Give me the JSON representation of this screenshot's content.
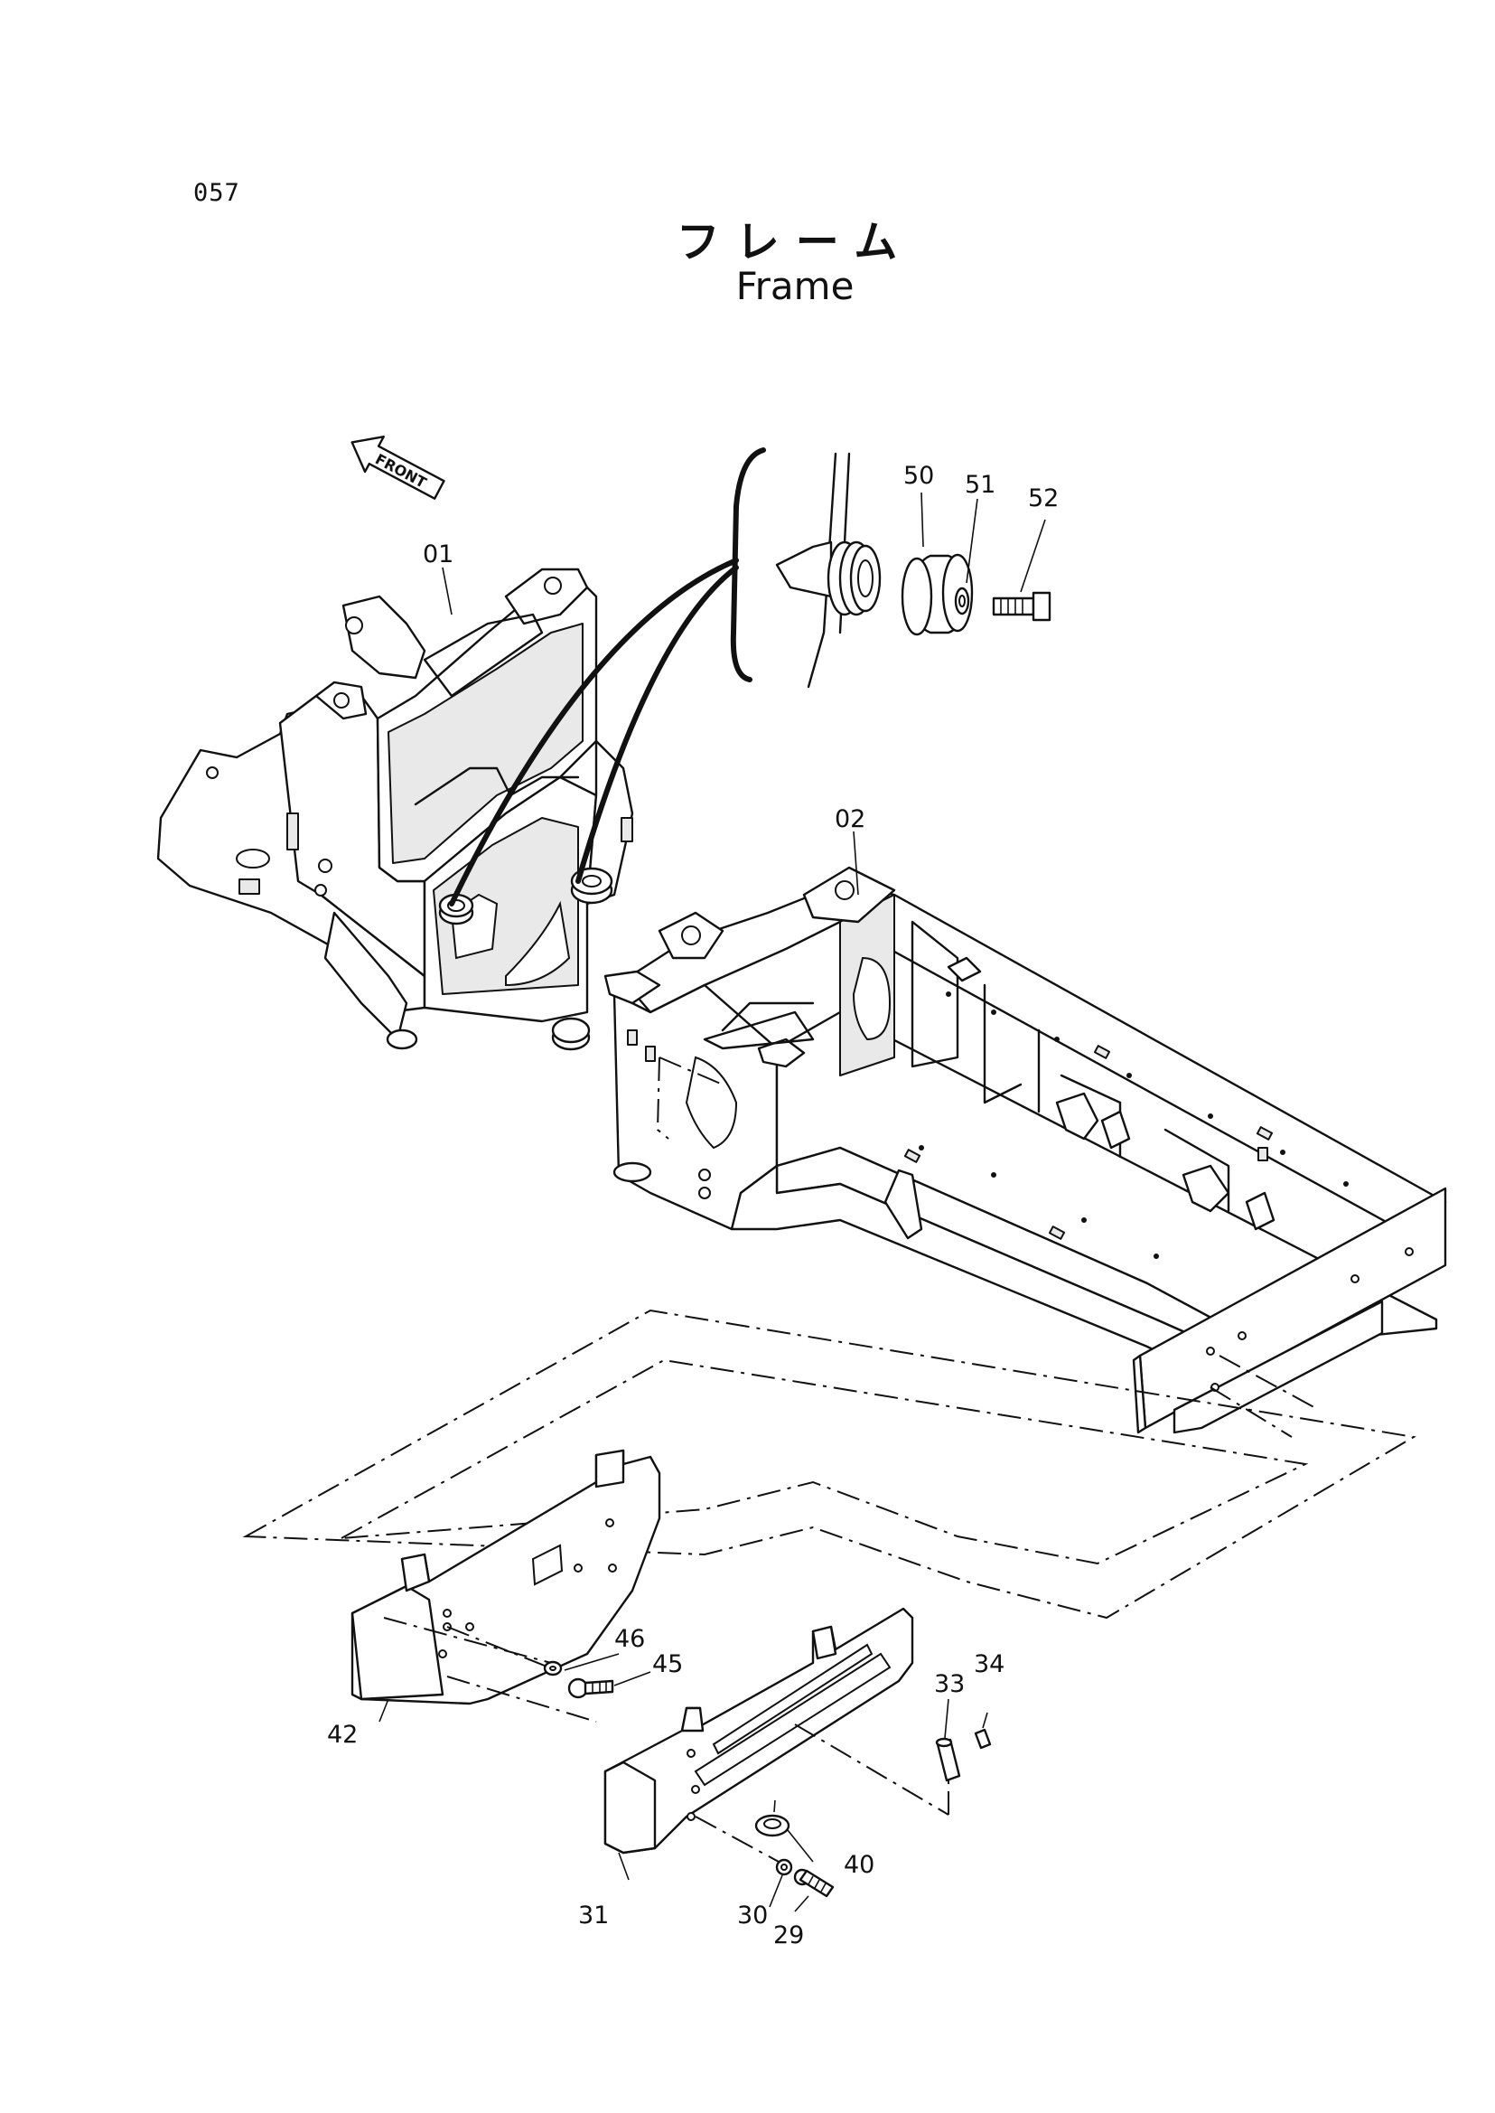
{
  "header": {
    "page_code": "057",
    "title_jp": "フレーム",
    "title_en": "Frame"
  },
  "front_marker": "FRONT",
  "callouts": {
    "c01": "01",
    "c02": "02",
    "c29": "29",
    "c30": "30",
    "c31": "31",
    "c33": "33",
    "c34": "34",
    "c40": "40",
    "c42": "42",
    "c45": "45",
    "c46": "46",
    "c50": "50",
    "c51": "51",
    "c52": "52"
  }
}
